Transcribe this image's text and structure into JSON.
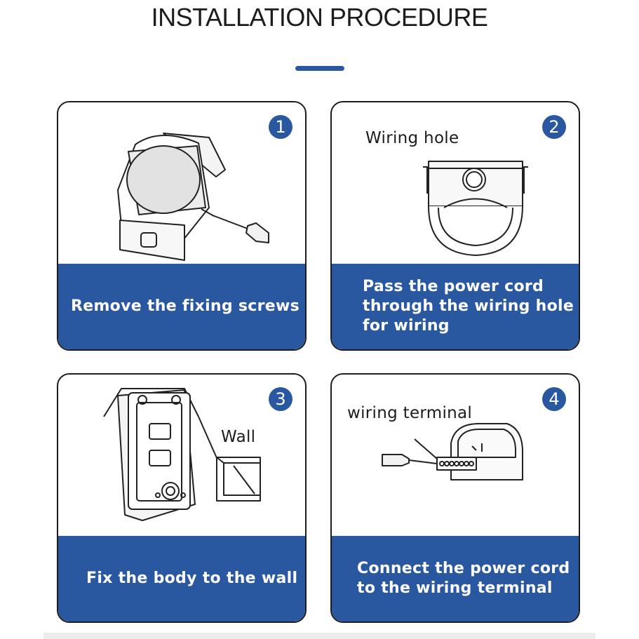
{
  "title": "INSTALLATION PROCEDURE",
  "colors": {
    "accent": "#2a58a0",
    "border": "#1d1d1d",
    "text": "#1c1c1c"
  },
  "steps": [
    {
      "number": "1",
      "label": "",
      "caption": "Remove the fixing screws"
    },
    {
      "number": "2",
      "label": "Wiring hole",
      "caption_lines": [
        "Pass the power cord",
        "through the wiring hole",
        "for wiring"
      ]
    },
    {
      "number": "3",
      "label": "Wall",
      "caption": "Fix the body to the wall"
    },
    {
      "number": "4",
      "label": "wiring terminal",
      "caption_lines": [
        "Connect the power cord",
        "to the wiring terminal"
      ]
    }
  ]
}
